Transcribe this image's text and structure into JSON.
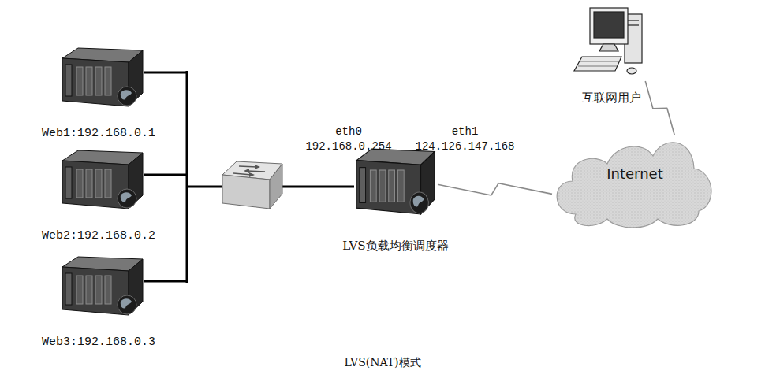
{
  "diagram": {
    "caption": "LVS(NAT)模式",
    "nodes": [
      {
        "text": [
          "Web1:192.168.0.1"
        ]
      },
      {
        "text": [
          "Web2:192.168.0.2"
        ]
      },
      {
        "text": [
          "Web3:192.168.0.3"
        ]
      },
      {
        "text": [
          "LVS负载均衡调度器"
        ]
      },
      {
        "text": [
          "Internet"
        ]
      },
      {
        "text": [
          "互联网用户"
        ]
      }
    ],
    "edges": [
      {
        "from": 3,
        "to": 4,
        "arrow": "none"
      },
      {
        "from": 5,
        "to": 4,
        "arrow": "none"
      }
    ],
    "labels": [
      "eth0 192.168.0.254",
      "eth1 124.126.147.168"
    ]
  }
}
